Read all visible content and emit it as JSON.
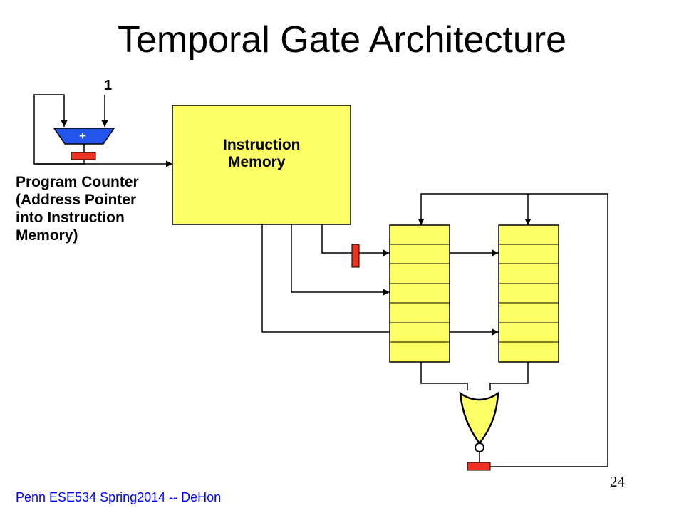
{
  "title": "Temporal Gate Architecture",
  "footer": "Penn ESE534 Spring2014 -- DeHon",
  "page_number": "24",
  "diagram": {
    "adder_increment_label": "1",
    "adder_symbol": "+",
    "instruction_memory_lines": [
      "Instruction",
      "Memory"
    ],
    "program_counter_lines": [
      "Program Counter",
      "(Address Pointer",
      "into Instruction",
      "Memory)"
    ],
    "register_file_rows": 7,
    "colors": {
      "memory_fill": "#ffff66",
      "adder_fill": "#2255ee",
      "register_fill": "#ee3322",
      "wire": "#000000"
    }
  }
}
